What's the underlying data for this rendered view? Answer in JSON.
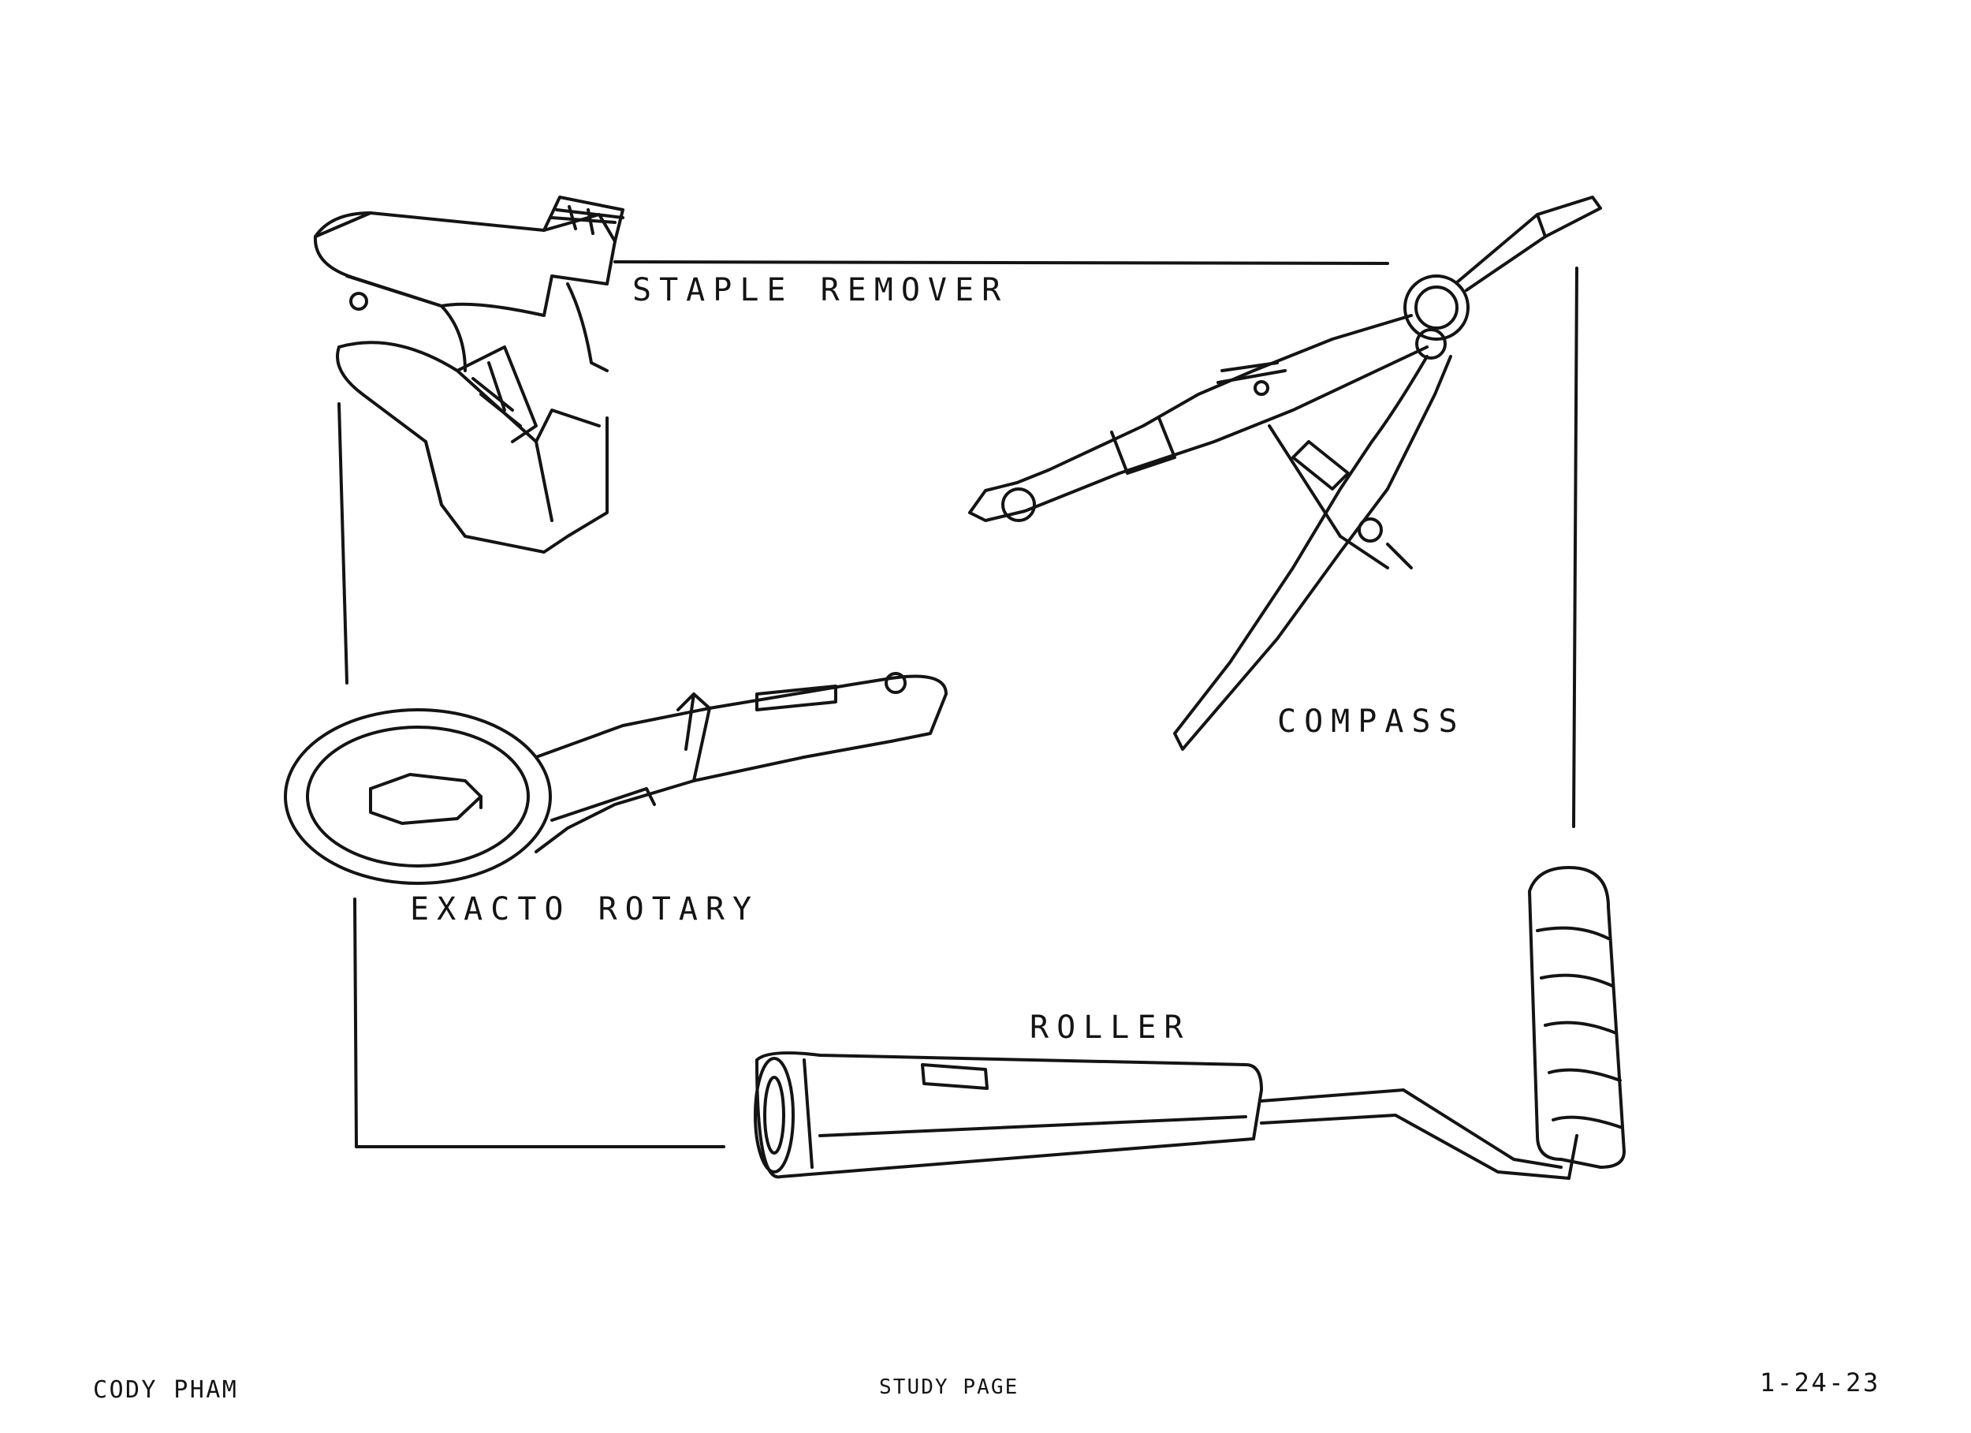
{
  "labels": {
    "staple_remover": "STAPLE REMOVER",
    "compass": "COMPASS",
    "exacto_rotary": "EXACTO ROTARY",
    "roller": "ROLLER"
  },
  "footer": {
    "artist": "CODY PHAM",
    "page_type": "STUDY PAGE",
    "date": "1-24-23"
  },
  "colors": {
    "ink": "#141414",
    "paper": "#ffffff"
  }
}
